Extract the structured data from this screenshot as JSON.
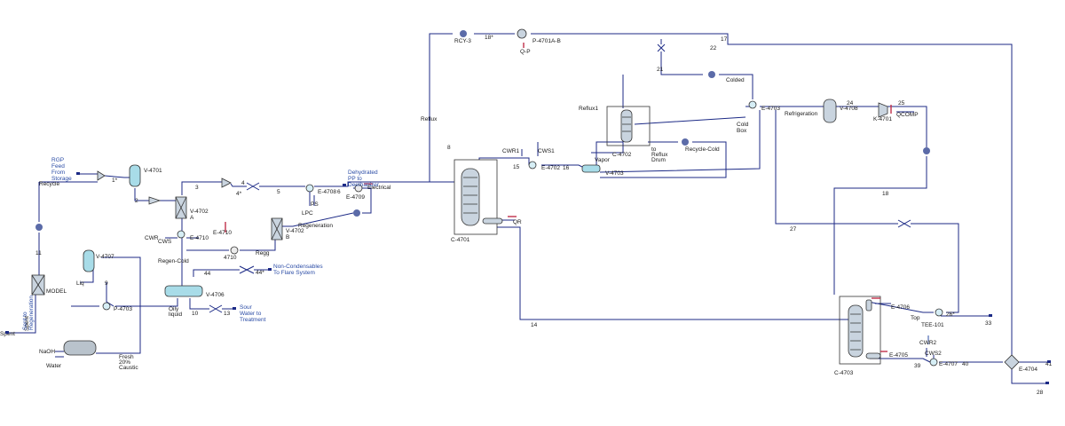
{
  "colors": {
    "stream": "#1c2a86",
    "equipment_fill": "#c9d4df",
    "note_text": "#2b4ca6",
    "energy": "#c0304a"
  },
  "labels": {
    "spent": "Spent",
    "sent_to_regeneration": [
      "Sent to",
      "Regeneration"
    ],
    "model": "MODEL",
    "rgp_feed": [
      "RGP",
      "Feed",
      "From",
      "Storage"
    ],
    "recycle": "Recycle",
    "s11": "11",
    "s1": "1*",
    "s2": "2",
    "s3": "3",
    "s4": "4",
    "s4s": "4*",
    "s5": "5",
    "v4701": "V-4701",
    "v4702a": [
      "V-4702",
      "A"
    ],
    "v4702b": [
      "V-4702",
      "B"
    ],
    "cwr": "CWR",
    "cws": "CWS",
    "e4710": "E-4710",
    "e4710b": "E-4710",
    "s4710": "4710",
    "regen_cold": "Regen-Cold",
    "regg": "Regg",
    "regeneration": "Regeneration",
    "v4707": "V-4707",
    "liq": "Liq",
    "p4703": "P-4703",
    "s9": "9",
    "s44": "44",
    "s44s": "44*",
    "non_condensables": [
      "Non-Condensables",
      "To Flare System"
    ],
    "v4706": "V-4706",
    "oily_liquid": [
      "Oily",
      "liquid"
    ],
    "s10": "10",
    "s13": "13",
    "sour_water": [
      "Sour",
      "Water to",
      "Treatment"
    ],
    "naoh": "NaOH",
    "water": "Water",
    "fresh_caustic": [
      "Fresh",
      "20%",
      "Caustic"
    ],
    "ps": "PS",
    "lpc": "LPC",
    "e4708": "E-4708",
    "s6": "6",
    "e4709": "E-4709",
    "electrical": "Electrical",
    "dehydrated": [
      "Dehydrated",
      "PP to",
      "Deethanizer"
    ],
    "reflux": "Reflux",
    "rcy3": "RCY-3",
    "s18s": "18*",
    "qp": "Q-P",
    "p4701ab": "P-4701A-B",
    "s17": "17",
    "s22": "22",
    "s21": "21",
    "c4701": "C-4701",
    "qr": "QR",
    "s8": "8",
    "cwr1": "CWR1",
    "cws1": "CWS1",
    "s15": "15",
    "e4702": "E-4702",
    "s16": "16",
    "vapor": "Vapor",
    "c4702": "C-4702",
    "v4703": "V-4703",
    "reflux1": "Reflux1",
    "to_reflux_drum": [
      "to",
      "Reflux",
      "Drum"
    ],
    "recycle_cold": "Recycle-Cold",
    "colded": "Colded",
    "cold_box": [
      "Cold",
      "Box"
    ],
    "e4703": "E-4703",
    "refrigeration": "Refrigeration",
    "v4708": "V-4708",
    "s24": "24",
    "s25": "25",
    "k4701": "K-4701",
    "qcomp": "QCOMP",
    "s18": "18",
    "s27": "27",
    "s14": "14",
    "c4703": "C-4703",
    "e4706": "E-4706",
    "top": "Top",
    "s26s": "26*",
    "tee101": "TEE-101",
    "s33": "33",
    "cwr2": "CWR2",
    "cws2": "CWS2",
    "e4705": "E-4705",
    "s39": "39",
    "e4707": "E-4707",
    "s40": "40",
    "e4704": "E-4704",
    "s41": "41",
    "s28": "28"
  }
}
